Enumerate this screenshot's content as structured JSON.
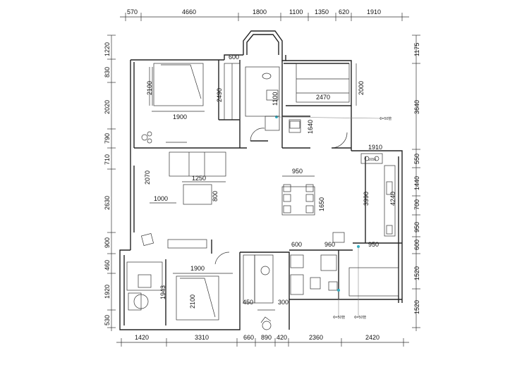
{
  "dimensions": {
    "top": [
      "570",
      "4660",
      "1800",
      "1100",
      "1350",
      "620",
      "1910"
    ],
    "bottom": [
      "1420",
      "3310",
      "660",
      "890",
      "420",
      "2360",
      "2420"
    ],
    "left": [
      "1220",
      "830",
      "2020",
      "790",
      "710",
      "2630",
      "900",
      "460",
      "1920",
      "530"
    ],
    "right": [
      "1175",
      "3640",
      "550",
      "1440",
      "700",
      "950",
      "600",
      "1520",
      "1520"
    ]
  },
  "interior": {
    "bedroom1_width": "1900",
    "bedroom1_bed_len": "2100",
    "wardrobe_len": "2490",
    "wardrobe_top": "600",
    "bath_top": "1100",
    "study_width": "2470",
    "study_depth": "2000",
    "study_desk": "1640",
    "kitchen_width": "1910",
    "kitchen_label": "1650",
    "kitchen_len": "4240",
    "corridor_len": "3990",
    "dining_width": "950",
    "dining_len": "1650",
    "living_cab": "2070",
    "tv_width": "1250",
    "sofa_width": "1000",
    "table_len": "800",
    "bath2_top": "600",
    "bath2_width": "960",
    "bath2_side": "950",
    "bedroom2_width": "1900",
    "bedroom2_bed_len": "2100",
    "bedroom2_side": "1943",
    "closet_450": "450",
    "closet_300": "300",
    "pipe_label": "Ф=50管"
  }
}
